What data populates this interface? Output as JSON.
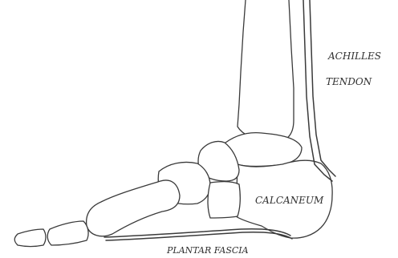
{
  "labels": {
    "achilles_line1": "ACHILLES",
    "achilles_line2": "TENDON",
    "calcaneum": "CALCANEUM",
    "plantar_fascia": "PLANTAR FASCIA"
  }
}
